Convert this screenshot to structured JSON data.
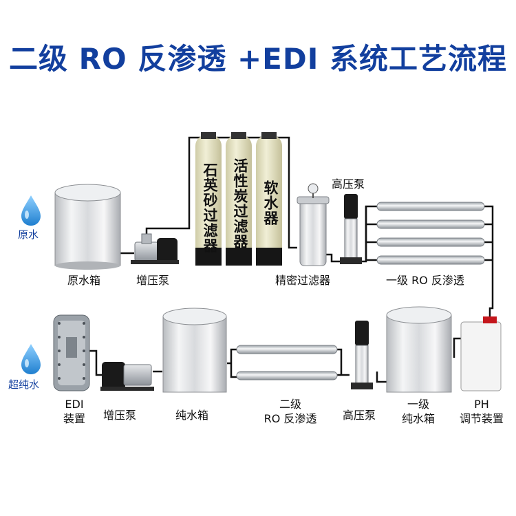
{
  "title": "二级 RO 反渗透 +EDI 系统工艺流程",
  "top_row": {
    "raw_water": "原水",
    "raw_tank": "原水箱",
    "booster_pump": "增压泵",
    "filters": [
      "石英砂过滤器",
      "活性炭过滤器",
      "软水器"
    ],
    "precision_filter": "精密过滤器",
    "high_pressure_pump": "高压泵",
    "ro1": "一级 RO 反渗透"
  },
  "bottom_row": {
    "ultra_pure_water": "超纯水",
    "edi_line1": "EDI",
    "edi_line2": "装置",
    "booster_pump": "增压泵",
    "pure_tank": "纯水箱",
    "ro2_line1": "二级",
    "ro2_line2": "RO 反渗透",
    "high_pressure_pump": "高压泵",
    "tank1_line1": "一级",
    "tank1_line2": "纯水箱",
    "ph_line1": "PH",
    "ph_line2": "调节装置"
  },
  "colors": {
    "title": "#123f9e",
    "drop": "#3a9fe0",
    "filter_body": "#e9e7c9",
    "pipe": "#111111"
  }
}
